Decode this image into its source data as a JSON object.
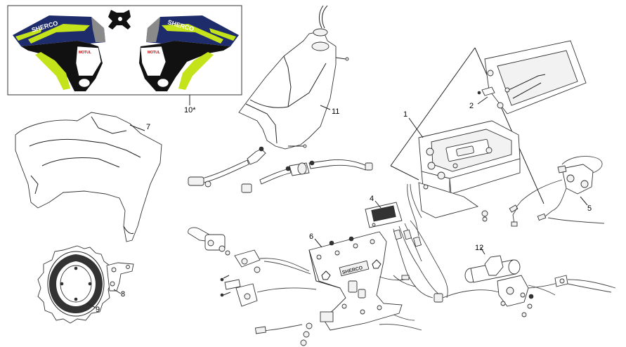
{
  "decal": {
    "brand_left": "SHERCO",
    "brand_right": "SHERCO",
    "sponsor_left": "MOTUL",
    "sponsor_right": "MOTUL",
    "colors": {
      "navy": "#1f2c6b",
      "lime": "#c4e31b",
      "black": "#111111",
      "grey": "#8a8a8a"
    }
  },
  "callouts": {
    "c1": "1",
    "c2": "2",
    "c4": "4",
    "c5": "5",
    "c6": "6",
    "c7": "7",
    "c8": "8",
    "c9": "9",
    "c10": "10*",
    "c11": "11",
    "c12": "12"
  },
  "plate_text": "SHERCO"
}
